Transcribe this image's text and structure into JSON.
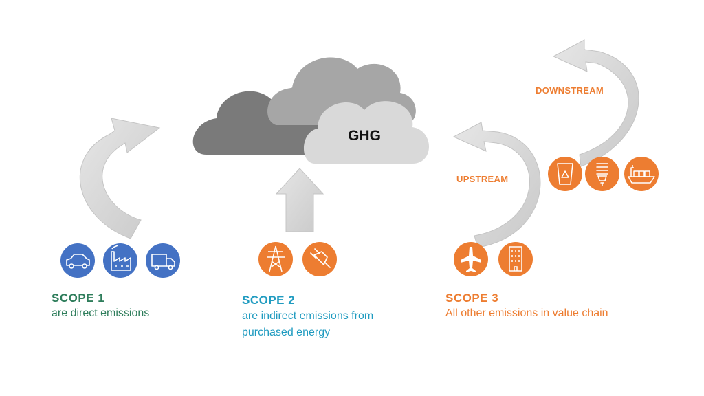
{
  "cloud": {
    "label": "GHG"
  },
  "scope1": {
    "title": "SCOPE 1",
    "desc": "are direct emissions",
    "color": "#2e7d5b",
    "icon_color": "#4472c4",
    "icons": [
      "car-icon",
      "factory-icon",
      "truck-icon"
    ]
  },
  "scope2": {
    "title": "SCOPE 2",
    "desc_line1": "are indirect emissions from",
    "desc_line2": "purchased energy",
    "color": "#1f9bc0",
    "icon_color": "#ed7d31",
    "icons": [
      "power-pylon-icon",
      "power-plug-icon"
    ]
  },
  "scope3": {
    "title": "SCOPE 3",
    "desc": "All other emissions in value chain",
    "color": "#ed7d31",
    "icon_color": "#ed7d31",
    "upstream_label": "UPSTREAM",
    "downstream_label": "DOWNSTREAM",
    "upstream_icons": [
      "airplane-icon",
      "building-icon"
    ],
    "downstream_icons": [
      "recycle-bin-icon",
      "light-bulb-icon",
      "cargo-ship-icon"
    ]
  },
  "colors": {
    "arrow": "#d9d9d9",
    "arrow_stroke": "#bfbfbf"
  }
}
